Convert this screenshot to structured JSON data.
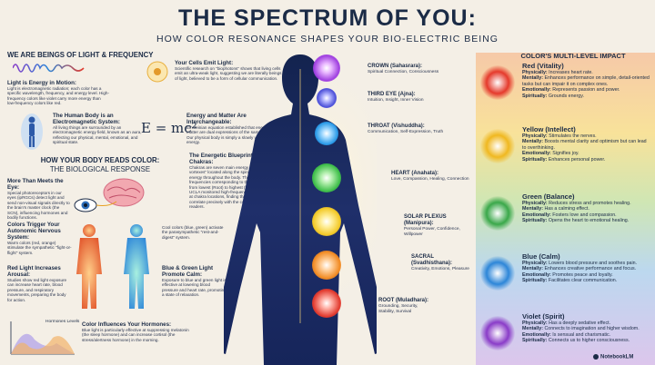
{
  "header": {
    "title": "THE SPECTRUM OF YOU:",
    "subtitle": "HOW COLOR RESONANCE SHAPES YOUR BIO-ELECTRIC BEING"
  },
  "left": {
    "section1": "WE ARE BEINGS OF LIGHT & FREQUENCY",
    "light_energy": {
      "heading": "Light is Energy in Motion:",
      "text": "Light is electromagnetic radiation; each color has a specific wavelength, frequency, and energy level. High-frequency colors like violet carry more energy than low-frequency colors like red."
    },
    "cells_emit": {
      "heading": "Your Cells Emit Light:",
      "text": "Scientific research on \"biophotons\" shows that living cells emit an ultra-weak light, suggesting we are literally beings of light, believed to be a form of cellular communication."
    },
    "human_body": {
      "heading": "The Human Body is an Electromagnetic System:",
      "text": "All living things are surrounded by an electromagnetic energy field, known as an aura, reflecting our physical, mental, emotional, and spiritual state."
    },
    "formula": "E = mc²",
    "energy_matter": {
      "heading": "Energy and Matter Are Interchangeable:",
      "text": "Einsteinian equation established that energy and matter are dual expressions of the same substance. Our physical body is simply a slowly vibrating form of energy."
    },
    "section2_line1": "HOW YOUR BODY READS COLOR:",
    "section2_line2": "THE BIOLOGICAL RESPONSE",
    "blueprint": {
      "heading": "The Energetic Blueprint: Auras and Chakras:",
      "text": "Chakras are seven main energy centers or \"spinning vortexes\" located along the spine, distributing life force energy throughout the body. They vibrate at different frequencies corresponding to the colors of the rainbow, from lowest (Root) to highest (Violet). Research at UCLA monitored high-frequency electromagnetic fields at chakra locations, finding that different frequencies correlate precisely with the colors reported by aura readers."
    },
    "more_than_eye": {
      "heading": "More Than Meets the Eye:",
      "text": "Special photoreceptors in our eyes (ipRGCs) detect light and send non-visual signals directly to the brain's master clock (the SCN), influencing hormones and bodily functions."
    },
    "colors_trigger": {
      "heading": "Colors Trigger Your Autonomic Nervous System:",
      "text": "Warm colors (red, orange) stimulate the sympathetic \"fight-or-flight\" system."
    },
    "cool_colors": {
      "text": "Cool colors (blue, green) activate the parasympathetic \"rest-and-digest\" system."
    },
    "red_light": {
      "heading": "Red Light Increases Arousal:",
      "text": "Studies show red light exposure can increase heart rate, blood pressure, and respiratory movements, preparing the body for action."
    },
    "blue_green": {
      "heading": "Blue & Green Light Promote Calm:",
      "text": "Exposure to blue and green light is effective at lowering blood pressure and heart rate, promoting a state of relaxation."
    },
    "hormones_chart_label": "Hormones Levels",
    "hormones": {
      "heading": "Color Influences Your Hormones:",
      "text": "Blue light is particularly effective at suppressing melatonin (the sleep hormone) and can increase cortisol (the stress/alertness hormone) in the morning."
    }
  },
  "chakras": [
    {
      "name": "CROWN (Sahasrara):",
      "desc": "Spiritual Connection, Consciousness",
      "color": "#a040e0"
    },
    {
      "name": "THIRD EYE (Ajna):",
      "desc": "Intuition, Insight, Inner Vision",
      "color": "#4b4fd8"
    },
    {
      "name": "THROAT (Vishuddha):",
      "desc": "Communication, Self-Expression, Truth",
      "color": "#2a9ae8"
    },
    {
      "name": "HEART (Anahata):",
      "desc": "Love, Compassion, Healing, Connection",
      "color": "#3fbf4a"
    },
    {
      "name": "SOLAR PLEXUS (Manipura):",
      "desc": "Personal Power, Confidence, Willpower",
      "color": "#f3c927"
    },
    {
      "name": "SACRAL (Svadhisthana):",
      "desc": "Creativity, Emotions, Pleasure",
      "color": "#f18a22"
    },
    {
      "name": "ROOT (Muladhara):",
      "desc": "Grounding, Security, Stability, Survival",
      "color": "#e23a2e"
    }
  ],
  "impact": {
    "title": "COLOR'S MULTI-LEVEL IMPACT",
    "labels": {
      "physically": "Physically:",
      "mentally": "Mentally:",
      "emotionally": "Emotionally:",
      "spiritually": "Spiritually:"
    },
    "items": [
      {
        "title": "Red (Vitality)",
        "color": "#e53a2c",
        "bg": "#f6c9a8",
        "physically": "Increases heart rate.",
        "mentally": "Enhances performance on simple, detail-oriented tasks but can impair it on complex ones.",
        "emotionally": "Represents passion and power.",
        "spiritually": "Grounds energy."
      },
      {
        "title": "Yellow (Intellect)",
        "color": "#f0b820",
        "bg": "#f8e29a",
        "physically": "Stimulates the nerves.",
        "mentally": "Boosts mental clarity and optimism but can lead to overthinking.",
        "emotionally": "Signifies joy.",
        "spiritually": "Enhances personal power."
      },
      {
        "title": "Green (Balance)",
        "color": "#3aa84a",
        "bg": "#cfe6b4",
        "physically": "Reduces stress and promotes healing.",
        "mentally": "Has a calming effect.",
        "emotionally": "Fosters love and compassion.",
        "spiritually": "Opens the heart to emotional healing."
      },
      {
        "title": "Blue (Calm)",
        "color": "#2d86d8",
        "bg": "#bcd8ef",
        "physically": "Lowers blood pressure and soothes pain.",
        "mentally": "Enhances creative performance and focus.",
        "emotionally": "Promotes peace and loyalty.",
        "spiritually": "Facilitates clear communication."
      },
      {
        "title": "Violet (Spirit)",
        "color": "#8a3cc8",
        "bg": "#dcc6ec",
        "physically": "Has a deeply sedative effect.",
        "mentally": "Connects to imagination and higher wisdom.",
        "emotionally": "Is sensual and charismatic.",
        "spiritually": "Connects us to higher consciousness."
      }
    ]
  },
  "footer": {
    "brand": "NotebookLM"
  },
  "colors": {
    "navy": "#1b2b46",
    "body": "#1a2a58",
    "page": "#f4efe6"
  }
}
